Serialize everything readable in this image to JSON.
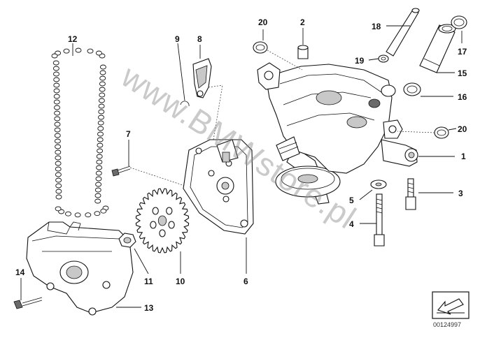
{
  "callouts": {
    "c1": "1",
    "c2": "2",
    "c3": "3",
    "c4": "4",
    "c5": "5",
    "c6": "6",
    "c7": "7",
    "c8": "8",
    "c9": "9",
    "c10": "10",
    "c11": "11",
    "c12": "12",
    "c13": "13",
    "c14": "14",
    "c15": "15",
    "c16": "16",
    "c17": "17",
    "c18": "18",
    "c19": "19",
    "c20a": "20",
    "c20b": "20"
  },
  "watermark": "www.BMWstore.pl",
  "diagram_id": "00124997",
  "nav_icon": "arrow-icon"
}
